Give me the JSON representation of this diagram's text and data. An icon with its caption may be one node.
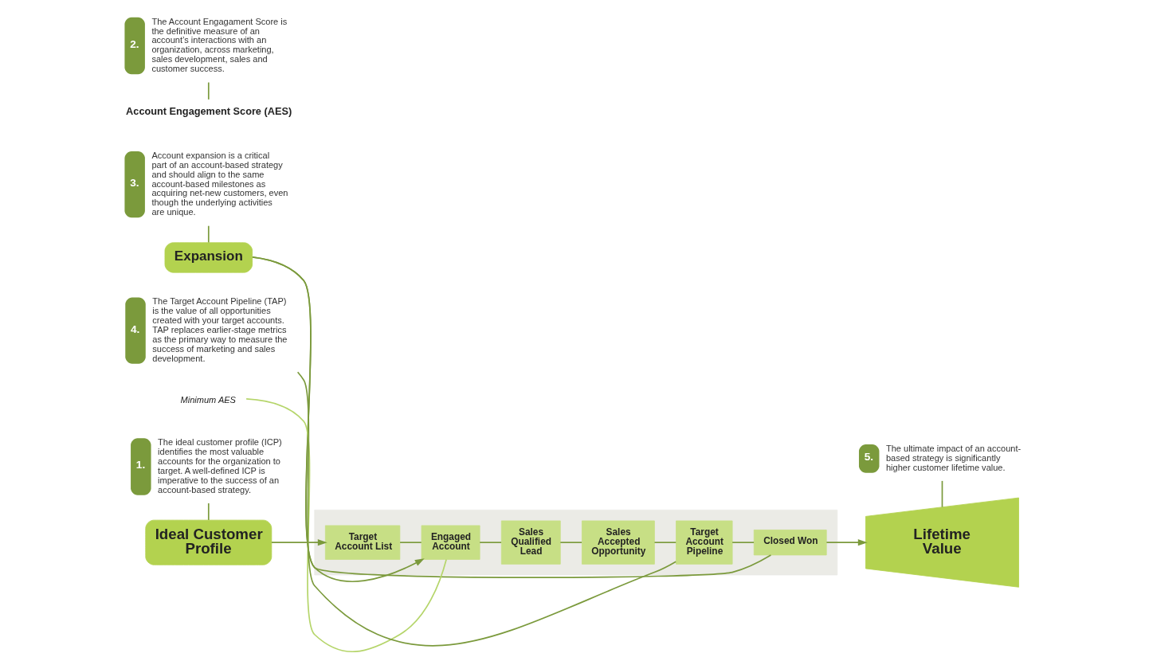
{
  "diagram": {
    "nodes": [
      {
        "text": [
          "Ideal Customer Profile"
        ]
      },
      {
        "text": [],
        "shape": "box"
      },
      {
        "text": [
          "Target Account List"
        ],
        "in": 1
      },
      {
        "text": [
          "Engaged Account"
        ],
        "in": 1
      },
      {
        "text": [
          "Sales Qualified Lead"
        ],
        "in": 1
      },
      {
        "text": [
          "Sales Accepted Opportunity"
        ],
        "in": 1
      },
      {
        "text": [
          "Target Account Pipeline"
        ],
        "in": 1
      },
      {
        "text": [
          "Closed Won"
        ],
        "in": 1
      },
      {
        "text": [
          "Expansion"
        ]
      },
      {
        "text": [
          "Lifetime Value"
        ]
      },
      {
        "text": [
          "1."
        ],
        "beside": [
          "The ideal customer profile (ICP) identifies the most valuable accounts for the organization to target. A well-defined ICP is imperative to the success of an account-based strategy."
        ]
      },
      {
        "text": [
          "3."
        ],
        "beside": [
          "Account expansion is a critical part of an account-based strategy and should align to the same account-based milestones as acquiring net-new customers, even though the underlying activities are unique."
        ]
      },
      {
        "text": [
          "5."
        ],
        "beside": [
          "The ultimate impact of an account-based strategy is significantly higher customer lifetime value."
        ]
      },
      {
        "text": [
          "Account Engagement Score (AES)"
        ]
      },
      {
        "text": [
          "Minimum AES"
        ]
      },
      {
        "text": [
          "2."
        ],
        "beside": [
          "The Account Engagament Score is the definitive measure of an account’s interactions with an organization, across marketing, sales development, sales and customer success."
        ]
      },
      {
        "text": [
          "4."
        ],
        "beside": [
          "The Target Account Pipeline (TAP) is the value of all opportunities created with your target accounts. TAP replaces earlier-stage metrics as the primary way to measure the success of marketing and sales development."
        ]
      }
    ],
    "edges": [
      {
        "from": 0,
        "to": 2,
        "arrow": "to"
      },
      {
        "from": 2,
        "to": 3,
        "arrow": "none"
      },
      {
        "from": 3,
        "to": 4,
        "arrow": "none"
      },
      {
        "from": 4,
        "to": 5,
        "arrow": "none"
      },
      {
        "from": 5,
        "to": 6,
        "arrow": "none"
      },
      {
        "from": 6,
        "to": 7,
        "arrow": "none"
      },
      {
        "from": 7,
        "to": 9,
        "arrow": "to"
      },
      {
        "from": 7,
        "to": 8,
        "arrow": "none"
      },
      {
        "from": 8,
        "to": 3,
        "arrow": "to"
      },
      {
        "from": 10,
        "to": 0,
        "arrow": "none"
      },
      {
        "from": 11,
        "to": 8,
        "arrow": "none"
      },
      {
        "from": 12,
        "to": 9,
        "arrow": "none"
      },
      {
        "from": 14,
        "to": 3,
        "arrow": "none",
        "color": "#b5d56a"
      },
      {
        "from": 15,
        "to": 13,
        "arrow": "none"
      },
      {
        "from": 16,
        "to": 6,
        "arrow": "none"
      }
    ]
  }
}
